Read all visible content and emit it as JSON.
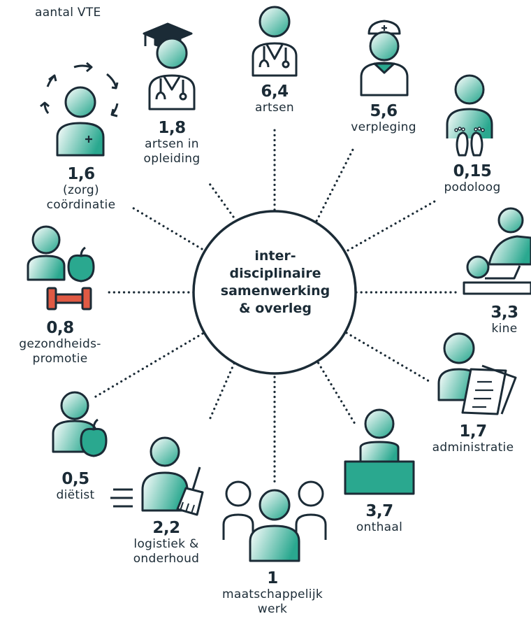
{
  "unit_label": "aantal VTE",
  "center": {
    "lines": [
      "inter-",
      "disciplinaire",
      "samenwerking",
      "& overleg"
    ]
  },
  "colors": {
    "dark": "#1b2b36",
    "teal": "#2aa88f",
    "teal_light": "#e8f5f1",
    "red": "#e05a44"
  },
  "roles": [
    {
      "id": "artsen",
      "value": "6,4",
      "label": [
        "artsen"
      ],
      "icon": "doctor-icon"
    },
    {
      "id": "verpleging",
      "value": "5,6",
      "label": [
        "verpleging"
      ],
      "icon": "nurse-icon"
    },
    {
      "id": "podoloog",
      "value": "0,15",
      "label": [
        "podoloog"
      ],
      "icon": "podiatrist-icon"
    },
    {
      "id": "kine",
      "value": "3,3",
      "label": [
        "kine"
      ],
      "icon": "physiotherapy-icon"
    },
    {
      "id": "administratie",
      "value": "1,7",
      "label": [
        "administratie"
      ],
      "icon": "administration-icon"
    },
    {
      "id": "onthaal",
      "value": "3,7",
      "label": [
        "onthaal"
      ],
      "icon": "reception-desk-icon"
    },
    {
      "id": "maatschappelijk-werk",
      "value": "1",
      "label": [
        "maatschappelijk",
        "werk"
      ],
      "icon": "social-work-group-icon"
    },
    {
      "id": "logistiek",
      "value": "2,2",
      "label": [
        "logistiek &",
        "onderhoud"
      ],
      "icon": "cleaning-broom-icon"
    },
    {
      "id": "dietist",
      "value": "0,5",
      "label": [
        "diëtist"
      ],
      "icon": "dietitian-apple-icon"
    },
    {
      "id": "gezondheidspromotie",
      "value": "0,8",
      "label": [
        "gezondheids-",
        "promotie"
      ],
      "icon": "health-promotion-dumbbell-icon"
    },
    {
      "id": "zorgcoordinatie",
      "value": "1,6",
      "label": [
        "(zorg)",
        "coördinatie"
      ],
      "icon": "care-coordination-cycle-icon"
    },
    {
      "id": "artsen-in-opleiding",
      "value": "1,8",
      "label": [
        "artsen in",
        "opleiding"
      ],
      "icon": "graduate-doctor-icon"
    }
  ]
}
